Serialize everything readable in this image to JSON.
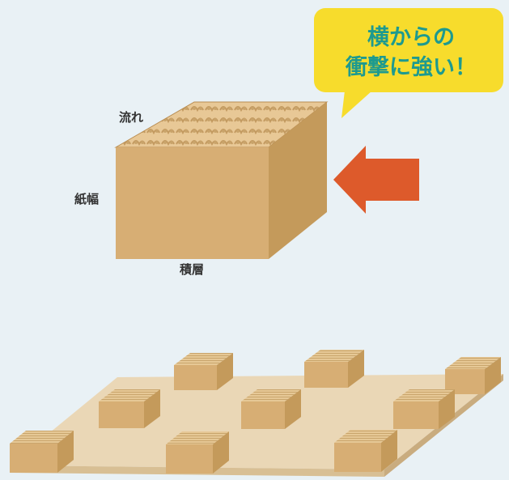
{
  "callout": {
    "line1": "横からの",
    "line2": "衝撃に強い！"
  },
  "labels": {
    "flow": "流れ",
    "width": "紙幅",
    "stack": "積層"
  },
  "colors": {
    "background": "#e9f1f5",
    "bubble": "#f7dc2c",
    "callout_text": "#1d9a8f",
    "arrow": "#dd5a2b",
    "box_front": "#d7ae74",
    "box_side": "#c49a5b",
    "box_top": "#e8c896",
    "pallet_deck": "#ead7b6"
  },
  "icons": {
    "arrow": "impact-arrow-icon",
    "block": "honeycomb-block",
    "pallet": "paper-pallet"
  }
}
